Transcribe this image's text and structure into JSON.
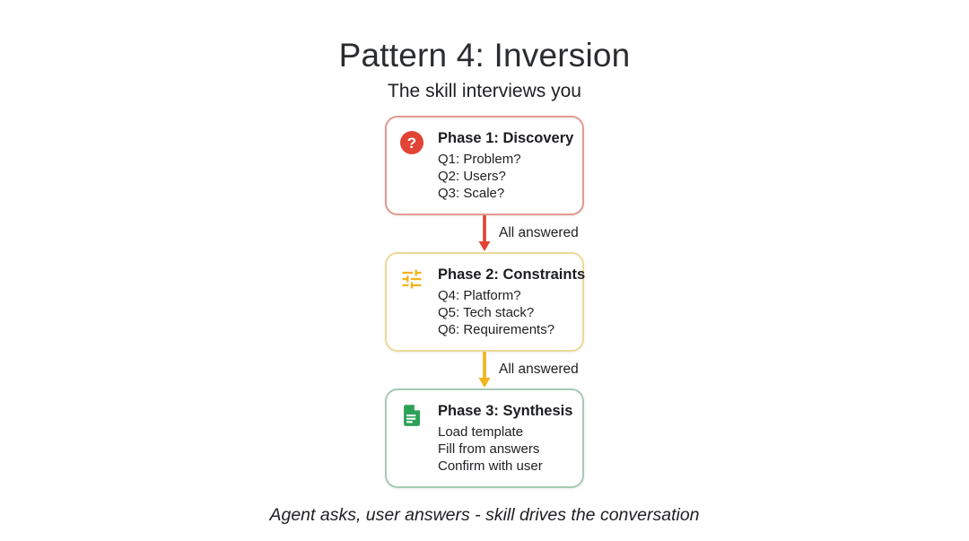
{
  "header": {
    "title": "Pattern 4: Inversion",
    "subtitle": "The skill interviews you"
  },
  "phases": [
    {
      "title": "Phase 1: Discovery",
      "icon": "question-icon",
      "border_color": "#E29A8F",
      "accent_color": "#E14334",
      "lines": [
        "Q1: Problem?",
        "Q2: Users?",
        "Q3: Scale?"
      ]
    },
    {
      "title": "Phase 2: Constraints",
      "icon": "tune-icon",
      "border_color": "#EDD99A",
      "accent_color": "#F2B31B",
      "lines": [
        "Q4: Platform?",
        "Q5: Tech stack?",
        "Q6: Requirements?"
      ]
    },
    {
      "title": "Phase 3: Synthesis",
      "icon": "document-icon",
      "border_color": "#A6CAB5",
      "accent_color": "#2EA158",
      "lines": [
        "Load template",
        "Fill from answers",
        "Confirm with user"
      ]
    }
  ],
  "arrows": [
    {
      "label": "All answered",
      "color": "#E14334"
    },
    {
      "label": "All answered",
      "color": "#F2B31B"
    }
  ],
  "caption": "Agent asks, user answers - skill drives the conversation"
}
